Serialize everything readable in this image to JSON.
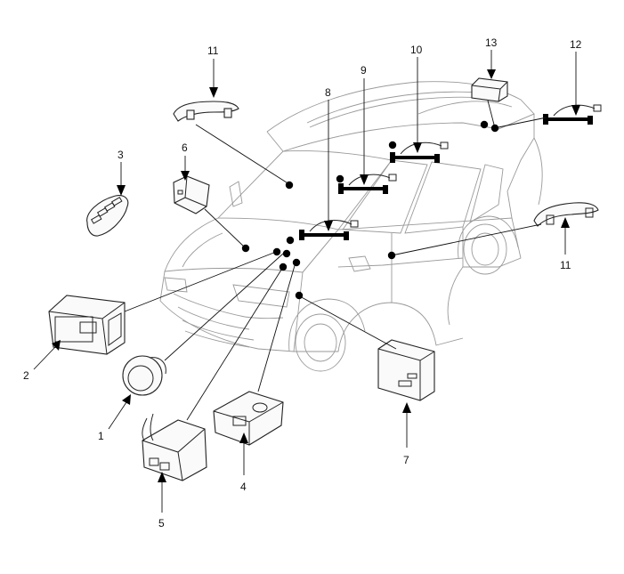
{
  "diagram": {
    "callouts": [
      {
        "id": "c1",
        "label": "1"
      },
      {
        "id": "c2",
        "label": "2"
      },
      {
        "id": "c3",
        "label": "3"
      },
      {
        "id": "c4",
        "label": "4"
      },
      {
        "id": "c5",
        "label": "5"
      },
      {
        "id": "c6",
        "label": "6"
      },
      {
        "id": "c7",
        "label": "7"
      },
      {
        "id": "c8",
        "label": "8"
      },
      {
        "id": "c9",
        "label": "9"
      },
      {
        "id": "c10",
        "label": "10"
      },
      {
        "id": "c11a",
        "label": "11"
      },
      {
        "id": "c11b",
        "label": "11"
      },
      {
        "id": "c12",
        "label": "12"
      },
      {
        "id": "c13",
        "label": "13"
      }
    ]
  }
}
